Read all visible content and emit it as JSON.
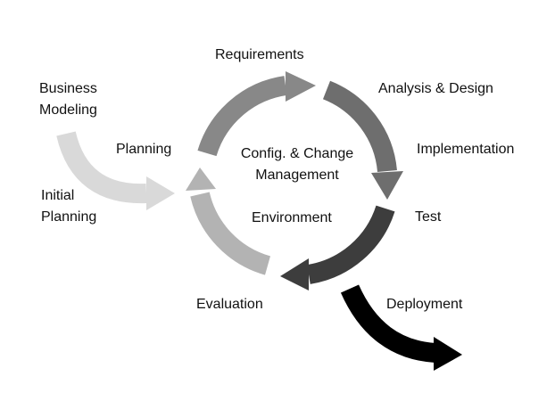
{
  "labels": {
    "business_modeling": [
      "Business",
      "Modeling"
    ],
    "initial_planning": [
      "Initial",
      "Planning"
    ],
    "planning": "Planning",
    "requirements": "Requirements",
    "analysis_design": "Analysis & Design",
    "implementation": "Implementation",
    "test": "Test",
    "deployment": "Deployment",
    "evaluation": "Evaluation",
    "center_config": [
      "Config. & Change",
      "Management"
    ],
    "center_environment": "Environment"
  },
  "colors": {
    "entry_arrow": "#d9d9d9",
    "planning_arrow": "#999999",
    "requirements_arrow": "#888888",
    "analysis_arrow": "#6e6e6e",
    "test_arrow": "#3d3d3d",
    "evaluation_arrow": "#b3b3b3",
    "deployment_arrow": "#000000"
  }
}
